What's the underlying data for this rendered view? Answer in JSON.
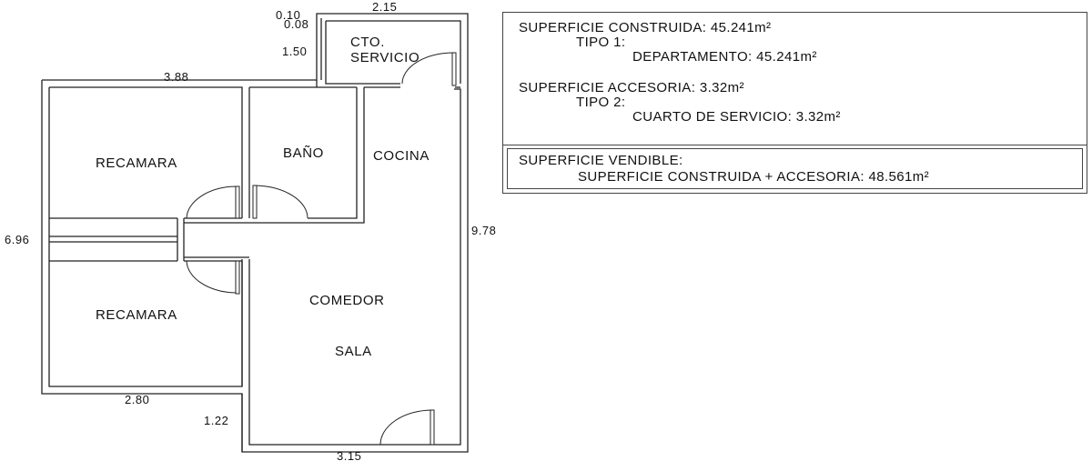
{
  "floor_plan": {
    "rooms": [
      {
        "id": "cto_servicio",
        "label_line1": "CTO.",
        "label_line2": "SERVICIO"
      },
      {
        "id": "recamara_1",
        "label": "RECAMARA"
      },
      {
        "id": "bano",
        "label": "BAÑO"
      },
      {
        "id": "cocina",
        "label": "COCINA"
      },
      {
        "id": "recamara_2",
        "label": "RECAMARA"
      },
      {
        "id": "comedor",
        "label": "COMEDOR"
      },
      {
        "id": "sala",
        "label": "SALA"
      }
    ],
    "dimensions": {
      "top_servicio_width": "2.15",
      "wall_010": "0.10",
      "wall_008": "0.08",
      "servicio_height": "1.50",
      "top_width": "3.88",
      "left_height": "6.96",
      "right_height": "9.78",
      "bottom_left_width": "2.80",
      "step_height": "1.22",
      "bottom_right_width": "3.15"
    }
  },
  "summary": {
    "construida": "SUPERFICIE CONSTRUIDA: 45.241m²",
    "tipo1": "TIPO 1:",
    "departamento": "DEPARTAMENTO: 45.241m²",
    "accesoria": "SUPERFICIE ACCESORIA: 3.32m²",
    "tipo2": "TIPO 2:",
    "cuarto_servicio": "CUARTO DE SERVICIO: 3.32m²",
    "vendible": "SUPERFICIE VENDIBLE:",
    "vendible_formula": "SUPERFICIE CONSTRUIDA + ACCESORIA: 48.561m²"
  }
}
